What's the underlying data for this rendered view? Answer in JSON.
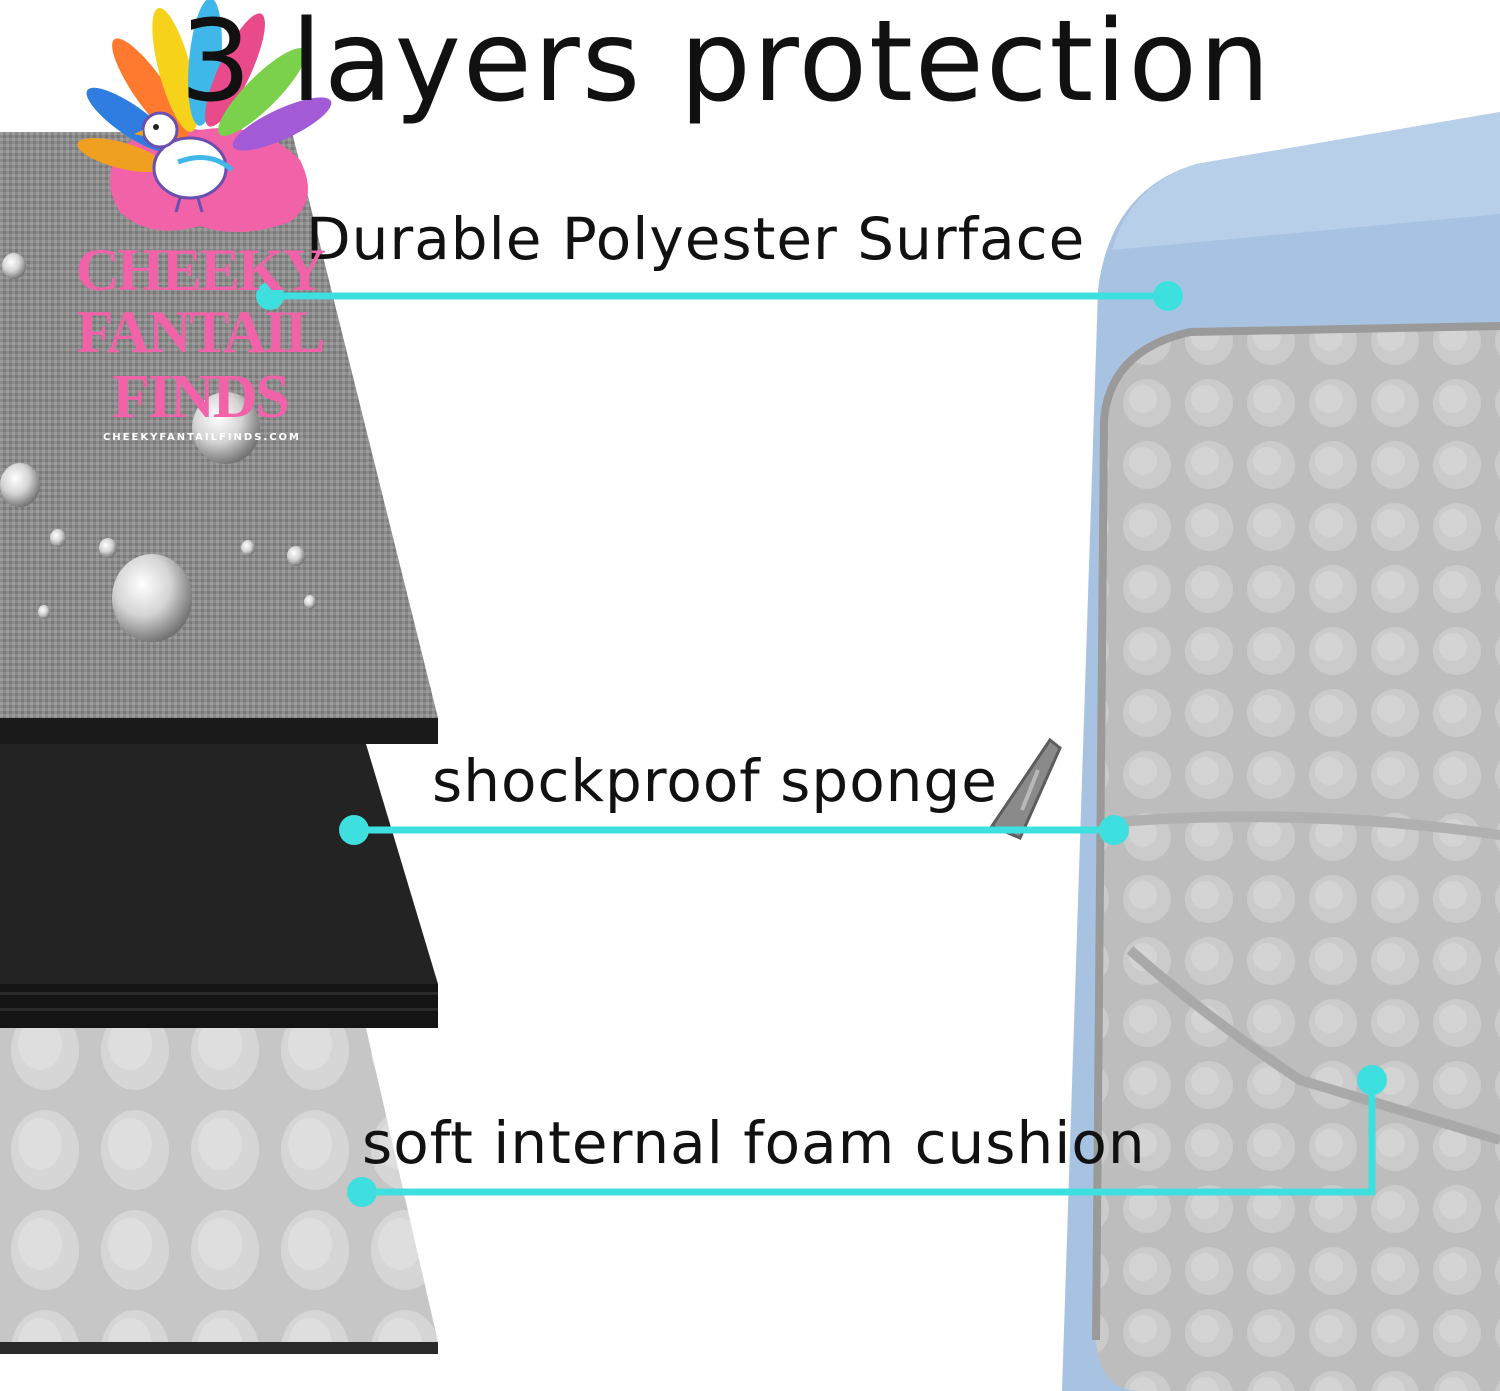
{
  "headline": "3 layers protection",
  "layers": [
    {
      "label": "Durable Polyester Surface"
    },
    {
      "label": "shockproof sponge"
    },
    {
      "label": "soft internal foam cushion"
    }
  ],
  "watermark": {
    "words": [
      "CHEEKY",
      "FANTAIL",
      "FINDS"
    ],
    "url": "CHEEKYFANTAILFINDS.COM"
  },
  "colors": {
    "leader_line": "#3ee0df",
    "logo_pink": "#f262a8",
    "sleeve_blue": "#a8c3e2",
    "foam_grey": "#c9c9c9",
    "sponge_black": "#232323",
    "fabric_grey": "#8f8f8f"
  }
}
